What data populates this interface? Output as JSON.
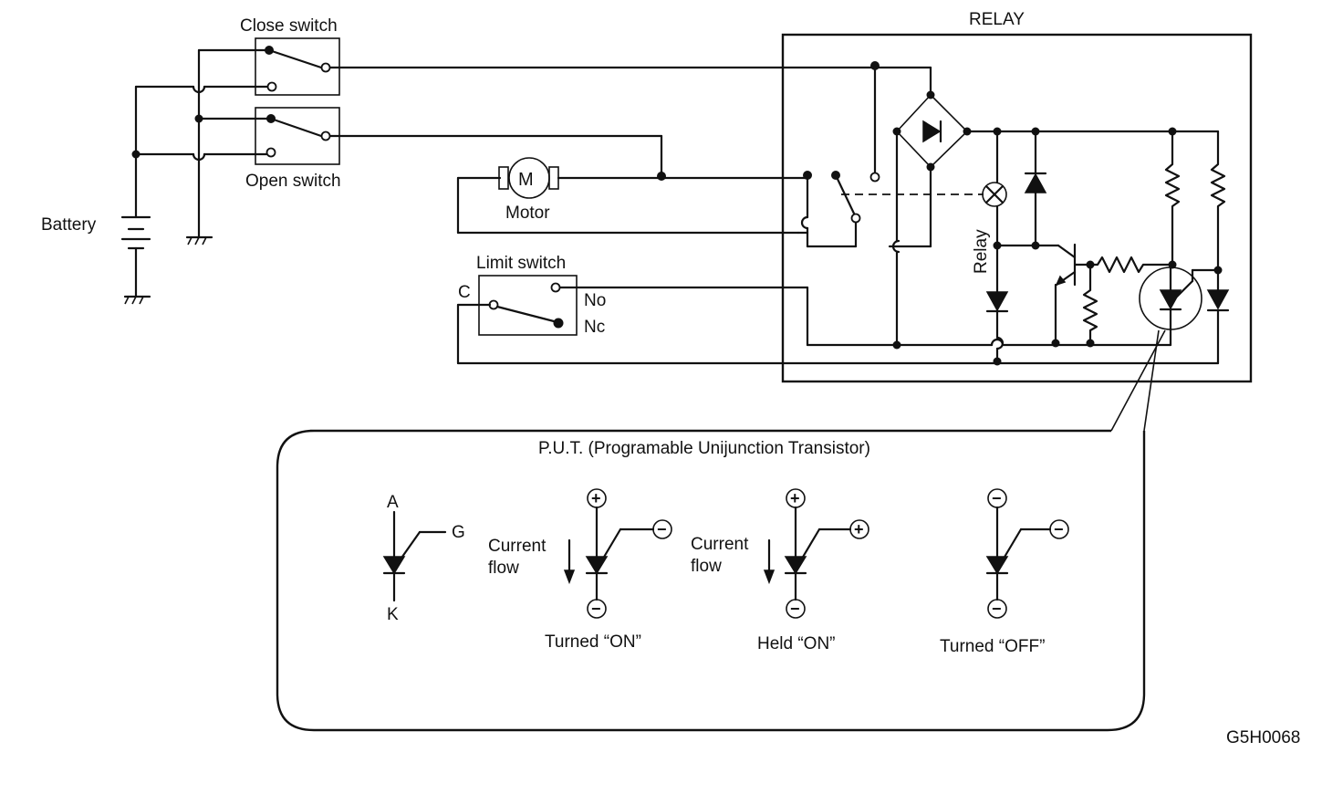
{
  "labels": {
    "close_switch": "Close switch",
    "open_switch": "Open switch",
    "battery": "Battery",
    "motor": "Motor",
    "motor_symbol": "M",
    "relay_title": "RELAY",
    "relay_coil": "Relay",
    "limit_switch": "Limit switch",
    "limit_c": "C",
    "limit_no": "No",
    "limit_nc": "Nc",
    "put_title": "P.U.T. (Programable Unijunction Transistor)",
    "put_anode": "A",
    "put_gate": "G",
    "put_cathode": "K",
    "current": "Current",
    "flow": "flow",
    "turned_on": "Turned “ON”",
    "held_on": "Held “ON”",
    "turned_off": "Turned “OFF”",
    "figure_code": "G5H0068"
  },
  "put_states": [
    {
      "state": "Turned “ON”",
      "anode": "+",
      "cathode": "−",
      "gate": "−",
      "current_flow": true
    },
    {
      "state": "Held “ON”",
      "anode": "+",
      "cathode": "−",
      "gate": "+",
      "current_flow": true
    },
    {
      "state": "Turned “OFF”",
      "anode": "−",
      "cathode": "−",
      "gate": "−",
      "current_flow": false
    }
  ]
}
